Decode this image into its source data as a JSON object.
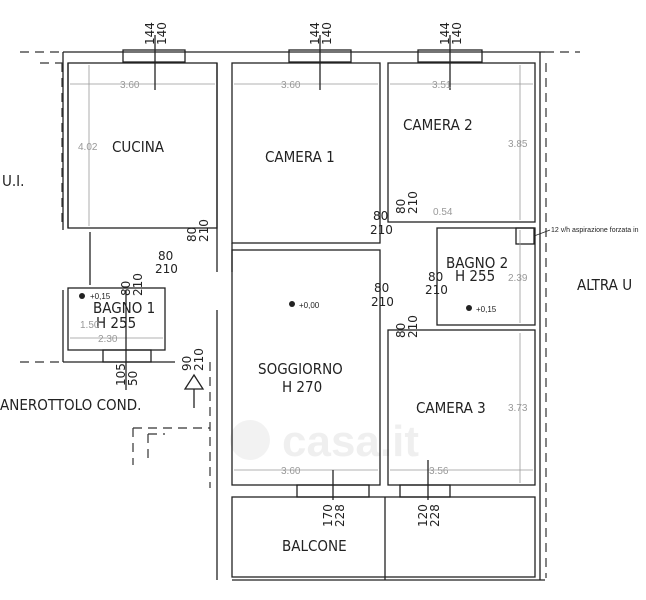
{
  "rooms": {
    "cucina": {
      "name": "CUCINA",
      "width": "3.60",
      "depth": "4.02"
    },
    "camera1": {
      "name": "CAMERA 1",
      "width": "3.60"
    },
    "camera2": {
      "name": "CAMERA 2",
      "width": "3.51",
      "depth": "3.85"
    },
    "bagno2": {
      "name": "BAGNO 2",
      "height": "H 255",
      "depth": "2.39",
      "level": "+0,15",
      "offset": "0.54"
    },
    "bagno1": {
      "name": "BAGNO 1",
      "height": "H 255",
      "width": "2.30",
      "depth": "1.50",
      "level": "+0,15"
    },
    "soggiorno": {
      "name": "SOGGIORNO",
      "height": "H 270",
      "width": "3.60",
      "level": "+0,00"
    },
    "camera3": {
      "name": "CAMERA 3",
      "width": "3.56",
      "depth": "3.73"
    },
    "balcone": {
      "name": "BALCONE"
    }
  },
  "outside": {
    "left_unit": "U.I.",
    "right_unit": "ALTRA U",
    "landing": "ANEROTTOLO COND."
  },
  "windows": {
    "cucina": [
      "144",
      "140"
    ],
    "camera1": [
      "144",
      "140"
    ],
    "camera2": [
      "144",
      "140"
    ],
    "bagno1": [
      "105",
      "50"
    ],
    "soggiorno": [
      "170",
      "228"
    ],
    "camera3": [
      "120",
      "228"
    ]
  },
  "doors": {
    "standard": [
      "80",
      "210"
    ],
    "entrance": [
      "90",
      "210"
    ]
  },
  "note": "12 v/h aspirazione forzata in",
  "watermark": "casa.it"
}
